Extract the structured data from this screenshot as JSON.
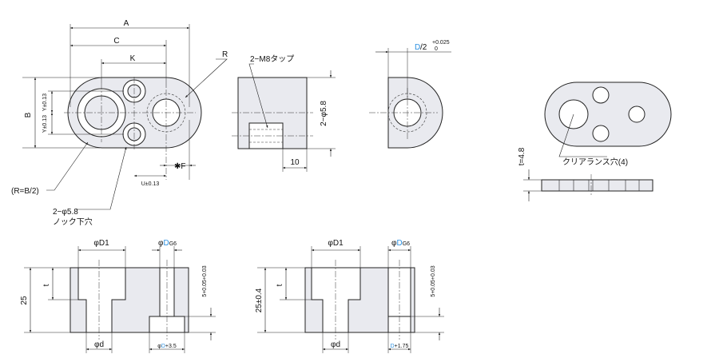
{
  "top_view": {
    "dim_A": "A",
    "dim_C": "C",
    "dim_K": "K",
    "dim_R": "R",
    "dim_B": "B",
    "dim_y_upper": "Y±0.13",
    "dim_y_lower": "Y±0.13",
    "dim_U": "U±0.13",
    "dim_F": "✱F",
    "note_radius": "(R=B/2)",
    "note_dowel_line1": "2−φ5.8",
    "note_dowel_line2": "ノック下穴"
  },
  "side_view": {
    "tap_label": "2−M8タップ",
    "hole_label": "2−φ5.8",
    "dim_10": "10"
  },
  "end_view": {
    "label_d": "D",
    "label_rest": "/2",
    "tol_upper": "+0.025",
    "tol_lower": "0"
  },
  "clearance_view": {
    "t_label": "t=4.8",
    "hole_label": "クリアランス穴(4)"
  },
  "section_left": {
    "D1": "φD1",
    "DG6_phi": "φ",
    "DG6_d": "D",
    "DG6_g": "G6",
    "t": "t",
    "height": "25",
    "tol": "5+0.05+0.03",
    "d": "φd",
    "bottom_phi": "φ",
    "bottom_d": "D",
    "bottom_rest": "+3.5"
  },
  "section_right": {
    "D1": "φD1",
    "DG6_phi": "φ",
    "DG6_d": "D",
    "DG6_g": "G6",
    "t": "t",
    "height": "25±0.4",
    "tol": "5+0.05+0.03",
    "d": "φd",
    "bottom_d": "D",
    "bottom_rest": "+1.75"
  }
}
